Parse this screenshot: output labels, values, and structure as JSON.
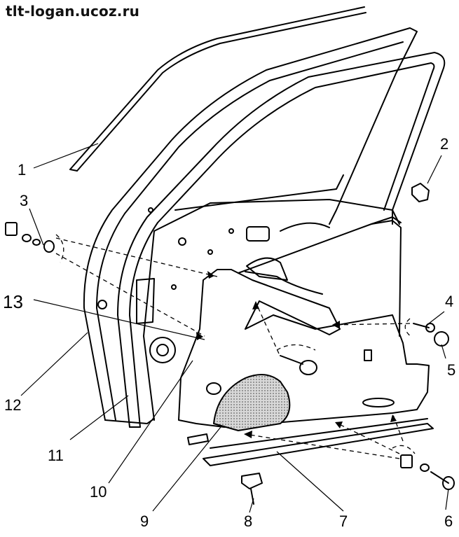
{
  "watermark": "tlt-logan.ucoz.ru",
  "callouts": [
    "1",
    "2",
    "3",
    "4",
    "5",
    "6",
    "7",
    "8",
    "9",
    "10",
    "11",
    "12",
    "13"
  ]
}
